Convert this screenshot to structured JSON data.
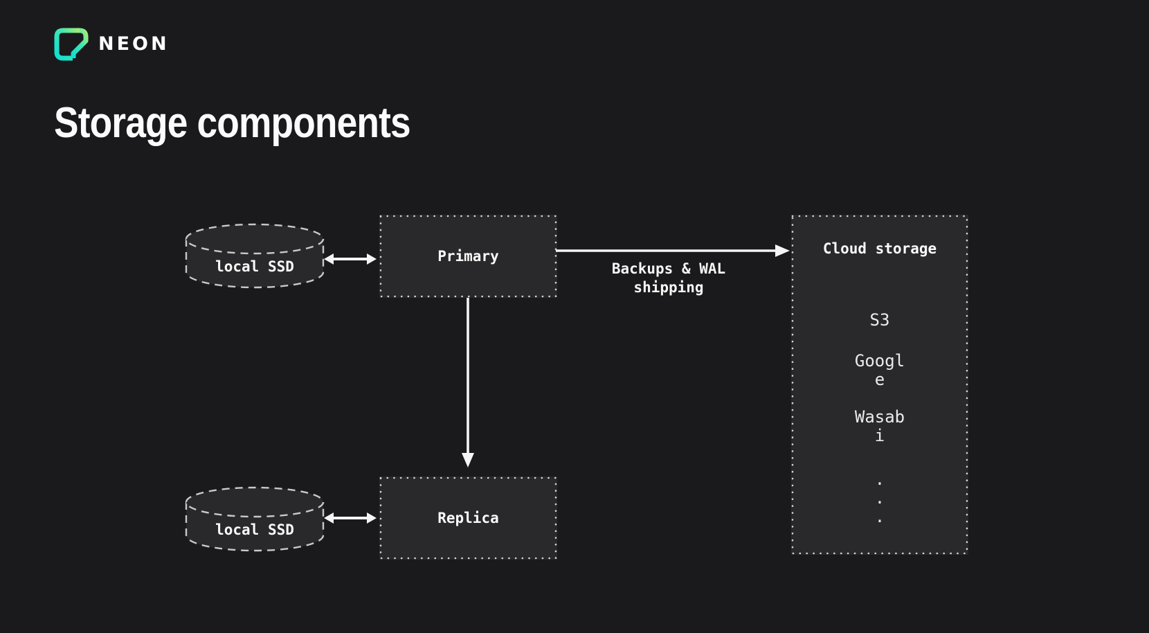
{
  "brand": {
    "logo_icon": "neon-logomark",
    "wordmark": "NEON",
    "logo_gradient_start": "#0de0d4",
    "logo_gradient_end": "#9fee7d"
  },
  "title": "Storage components",
  "colors": {
    "background": "#1a1a1c",
    "node_fill": "#29292b",
    "node_border": "#d4d4d4",
    "text": "#f2f2f2",
    "arrow": "#f5f5f5"
  },
  "diagram": {
    "nodes": {
      "local_ssd_top": {
        "shape": "cylinder",
        "label": "local SSD"
      },
      "primary": {
        "shape": "box",
        "label": "Primary"
      },
      "replica": {
        "shape": "box",
        "label": "Replica"
      },
      "local_ssd_bottom": {
        "shape": "cylinder",
        "label": "local SSD"
      },
      "cloud_storage": {
        "shape": "box",
        "title": "Cloud storage",
        "items": [
          {
            "name": "s3",
            "lines": [
              "S3"
            ]
          },
          {
            "name": "google",
            "lines": [
              "Googl",
              "e"
            ]
          },
          {
            "name": "wasabi",
            "lines": [
              "Wasab",
              "i"
            ]
          },
          {
            "name": "ellipsis",
            "lines": [
              ".",
              ".",
              "."
            ]
          }
        ]
      }
    },
    "edges": [
      {
        "from": "local_ssd_top",
        "to": "primary",
        "type": "bidirectional",
        "label_lines": []
      },
      {
        "from": "primary",
        "to": "cloud_storage",
        "type": "arrow",
        "label_lines": [
          "Backups & WAL",
          "shipping"
        ]
      },
      {
        "from": "primary",
        "to": "replica",
        "type": "arrow",
        "label_lines": []
      },
      {
        "from": "local_ssd_bottom",
        "to": "replica",
        "type": "bidirectional",
        "label_lines": []
      }
    ]
  }
}
